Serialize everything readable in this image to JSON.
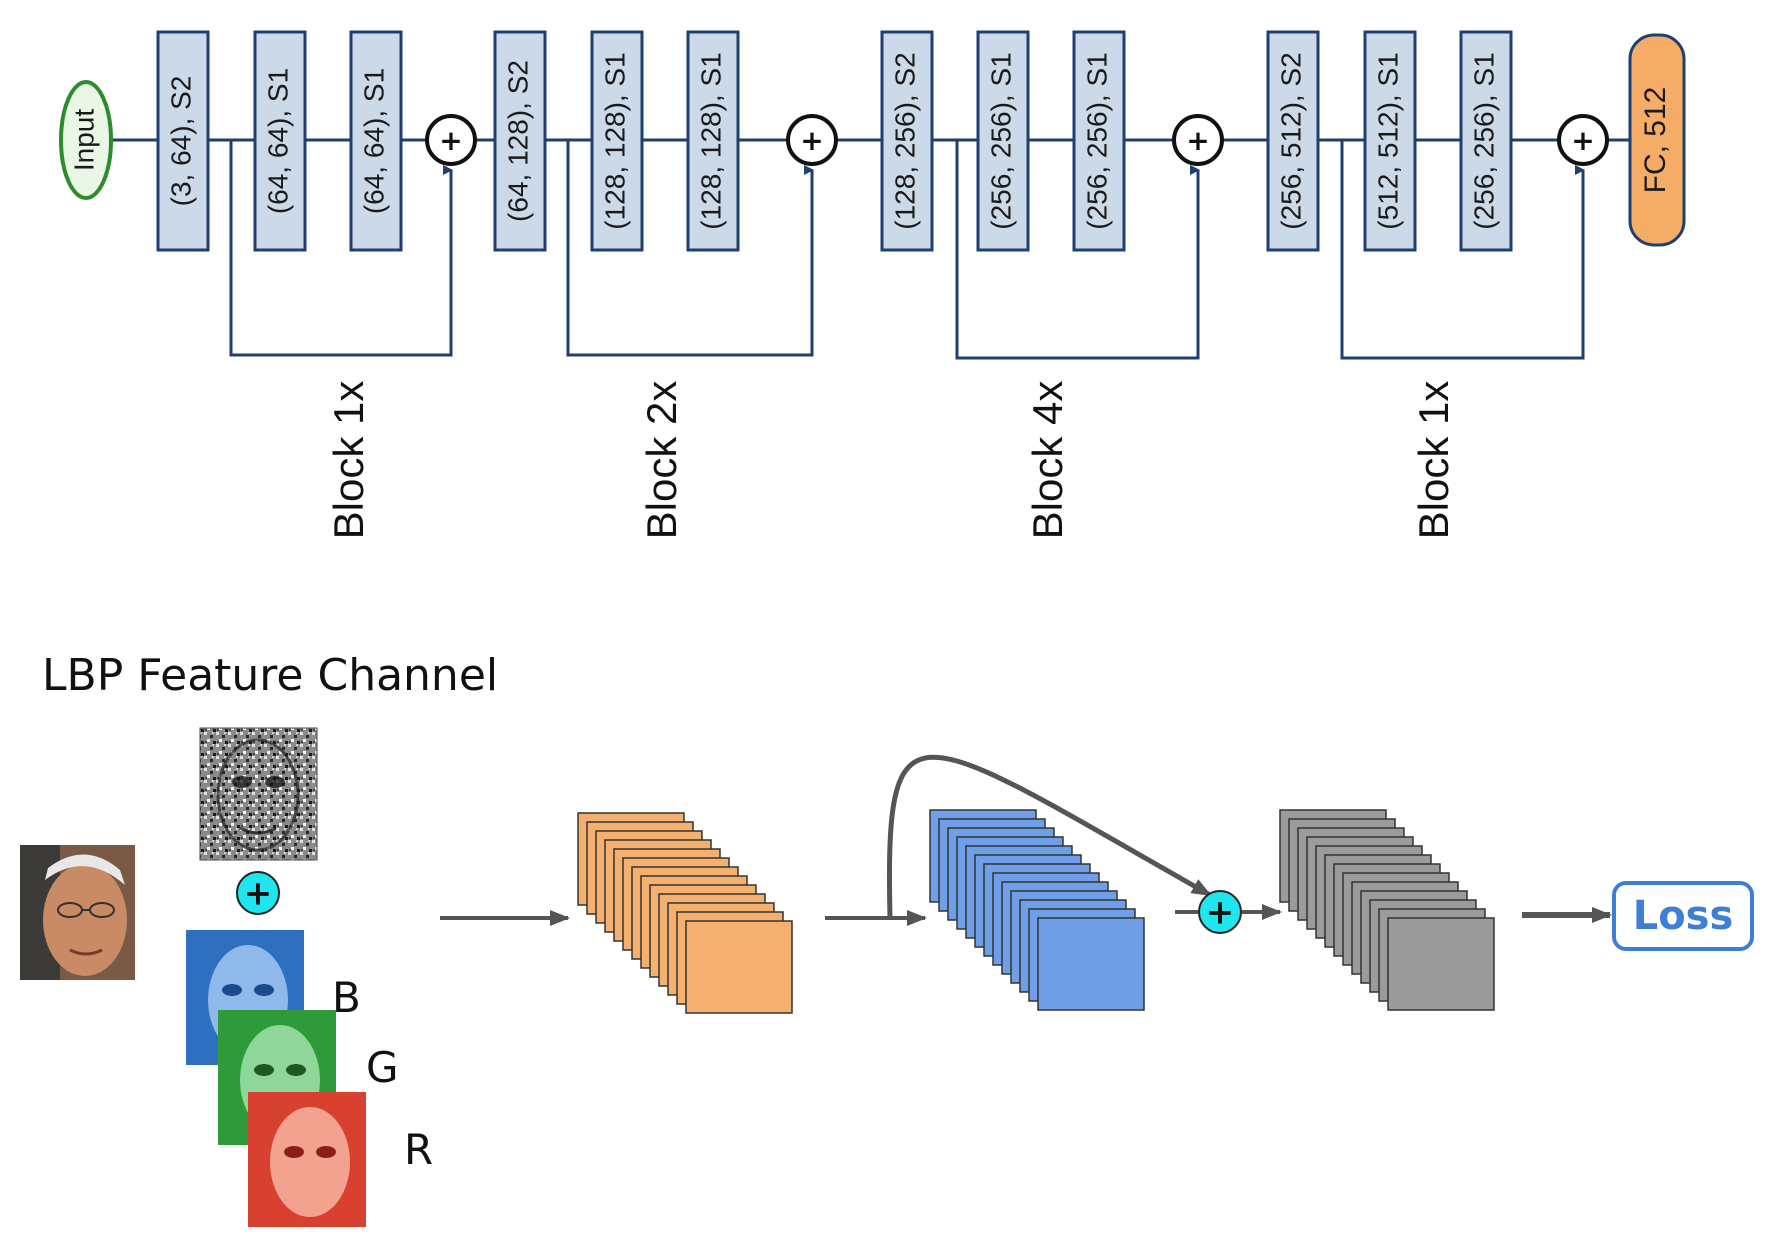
{
  "resnet": {
    "input_label": "Input",
    "layers": [
      "(3, 64), S2",
      "(64, 64), S1",
      "(64, 64), S1",
      "(64, 128), S2",
      "(128, 128), S1",
      "(128, 128), S1",
      "(128, 256), S2",
      "(256, 256), S1",
      "(256, 256), S1",
      "(256, 512), S2",
      "(512, 512), S1",
      "(256, 256), S1"
    ],
    "fc_label": "FC, 512",
    "blocks": [
      "Block 1x",
      "Block 2x",
      "Block 4x",
      "Block 1x"
    ],
    "plus_symbol": "+"
  },
  "lbp_section": {
    "title": "LBP Feature Channel",
    "channels": [
      "B",
      "G",
      "R"
    ],
    "plus_symbol": "+",
    "loss_label": "Loss"
  },
  "colors": {
    "layer_fill": "#ccd9e8",
    "layer_stroke": "#1f3f70",
    "input_stroke": "#2e8b2e",
    "input_fill": "#eaf6e6",
    "fc_fill": "#f5ac66",
    "orange_block": "#f4b06f",
    "blue_block": "#6f9fe6",
    "gray_block": "#9b9b9b",
    "cyan_plus": "#1fe6ee",
    "loss": "#3f7ed6"
  }
}
